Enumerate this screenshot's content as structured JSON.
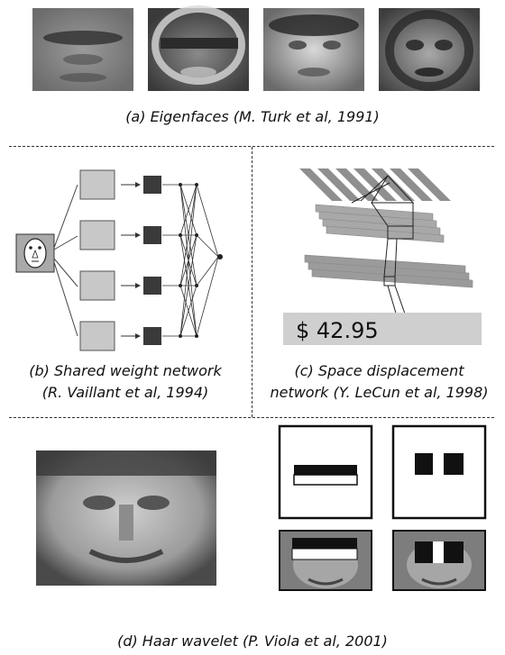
{
  "panel_a": {
    "caption": "(a) Eigenfaces  (M. Turk et al, 1991)",
    "images": [
      "eigenface-1",
      "eigenface-2",
      "eigenface-3",
      "eigenface-4"
    ]
  },
  "panel_b": {
    "caption_line1": "(b) Shared weight network",
    "caption_line2": "(R. Vaillant et al, 1994)"
  },
  "panel_c": {
    "caption_line1": "(c) Space displacement",
    "caption_line2": "network (Y. LeCun et al, 1998)",
    "input_text": "$ 42.95"
  },
  "panel_d": {
    "caption": "(d) Haar wavelet  (P. Viola et al, 2001)"
  },
  "colors": {
    "light_box": "#c8c8c8",
    "dark_box": "#3a3a3a",
    "layer_fill": "#a0a0a0",
    "strip_fill": "#cfcfcf"
  }
}
